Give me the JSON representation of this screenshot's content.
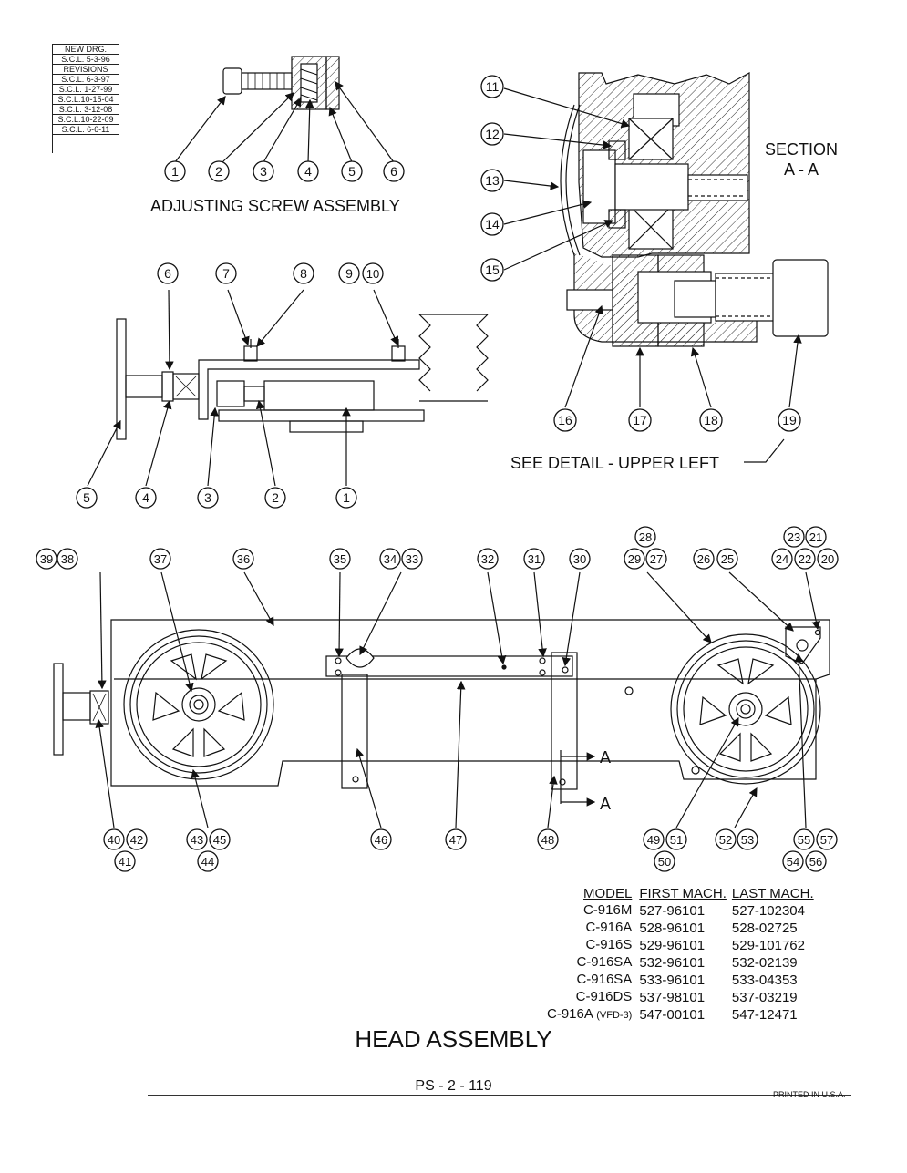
{
  "revisions": {
    "new_drg": "NEW DRG.",
    "new_drg_date": "S.C.L. 5-3-96",
    "header": "REVISIONS",
    "entries": [
      "S.C.L. 6-3-97",
      "S.C.L. 1-27-99",
      "S.C.L.10-15-04",
      "S.C.L. 3-12-08",
      "S.C.L.10-22-09",
      "S.C.L. 6-6-11"
    ]
  },
  "captions": {
    "adjusting_screw": "ADJUSTING SCREW ASSEMBLY",
    "section_line1": "SECTION",
    "section_line2": "A - A",
    "see_detail": "SEE DETAIL - UPPER LEFT",
    "section_arrow_upper": "A",
    "section_arrow_lower": "A"
  },
  "callouts": {
    "c1a": "1",
    "c2a": "2",
    "c3a": "3",
    "c4a": "4",
    "c5a": "5",
    "c6a": "6",
    "c6b": "6",
    "c7": "7",
    "c8": "8",
    "c9": "9",
    "c10": "10",
    "c5b": "5",
    "c4b": "4",
    "c3b": "3",
    "c2b": "2",
    "c1b": "1",
    "c11": "11",
    "c12": "12",
    "c13": "13",
    "c14": "14",
    "c15": "15",
    "c16": "16",
    "c17": "17",
    "c18": "18",
    "c19": "19",
    "c39": "39",
    "c38": "38",
    "c37": "37",
    "c36": "36",
    "c35": "35",
    "c34": "34",
    "c33": "33",
    "c32": "32",
    "c31": "31",
    "c30": "30",
    "c28": "28",
    "c29": "29",
    "c27": "27",
    "c26": "26",
    "c25": "25",
    "c23": "23",
    "c21": "21",
    "c24": "24",
    "c22": "22",
    "c20": "20",
    "c40": "40",
    "c42": "42",
    "c41": "41",
    "c43": "43",
    "c45": "45",
    "c44": "44",
    "c46": "46",
    "c47": "47",
    "c48": "48",
    "c49": "49",
    "c51": "51",
    "c50": "50",
    "c52": "52",
    "c53": "53",
    "c55": "55",
    "c57": "57",
    "c54": "54",
    "c56": "56"
  },
  "model_table": {
    "headers": [
      "MODEL",
      "FIRST MACH.",
      "LAST MACH."
    ],
    "rows": [
      {
        "model": "C-916M",
        "suffix": "",
        "first": "527-96101",
        "last": "527-102304"
      },
      {
        "model": "C-916A",
        "suffix": "",
        "first": "528-96101",
        "last": "528-02725"
      },
      {
        "model": "C-916S",
        "suffix": "",
        "first": "529-96101",
        "last": "529-101762"
      },
      {
        "model": "C-916SA",
        "suffix": "",
        "first": "532-96101",
        "last": "532-02139"
      },
      {
        "model": "C-916SA",
        "suffix": "",
        "first": "533-96101",
        "last": "533-04353"
      },
      {
        "model": "C-916DS",
        "suffix": "",
        "first": "537-98101",
        "last": "537-03219"
      },
      {
        "model": "C-916A",
        "suffix": "(VFD-3)",
        "first": "547-00101",
        "last": "547-12471"
      }
    ]
  },
  "title": "HEAD ASSEMBLY",
  "page_number": "PS - 2 - 119",
  "printed": "PRINTED IN U.S.A."
}
